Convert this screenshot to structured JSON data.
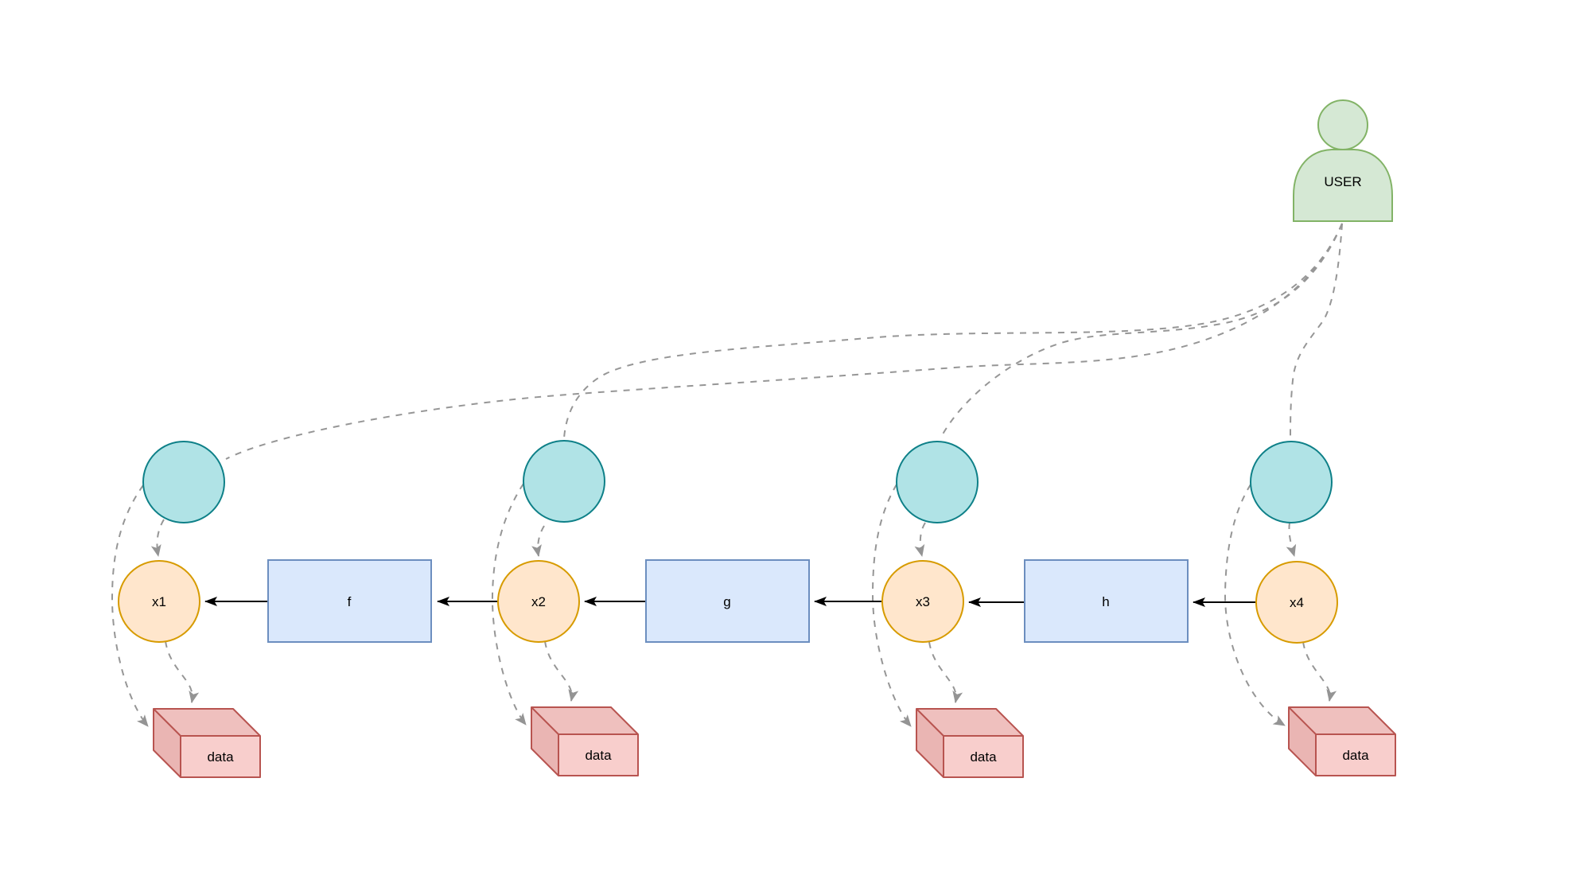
{
  "user": {
    "label": "USER"
  },
  "variables": [
    "x1",
    "x2",
    "x3",
    "x4"
  ],
  "functions": [
    "f",
    "g",
    "h"
  ],
  "data_stores": [
    "data",
    "data",
    "data",
    "data"
  ],
  "edges": {
    "solid_chain": [
      "x4 -> h",
      "h -> x3",
      "x3 -> g",
      "g -> x2",
      "x2 -> f",
      "f -> x1"
    ],
    "dashed_from_user": [
      "USER -> circle1",
      "USER -> circle2",
      "USER -> circle3",
      "USER -> circle4"
    ],
    "dashed_per_column": [
      "circle -> x",
      "circle -> data",
      "x -> data"
    ]
  },
  "colors": {
    "background": "#ffffff",
    "user_fill": "#d5e8d4",
    "user_stroke": "#82b366",
    "teal_fill": "#b0e3e6",
    "teal_stroke": "#0e8088",
    "variable_fill": "#ffe6cc",
    "variable_stroke": "#d79b00",
    "function_fill": "#dae8fc",
    "function_stroke": "#6c8ebf",
    "data_front_fill": "#f8cecc",
    "data_top_fill": "#efc0be",
    "data_left_fill": "#eab5b3",
    "data_stroke": "#b85450",
    "dashed_edge": "#969696",
    "solid_edge": "#000000",
    "label": "#000000"
  }
}
